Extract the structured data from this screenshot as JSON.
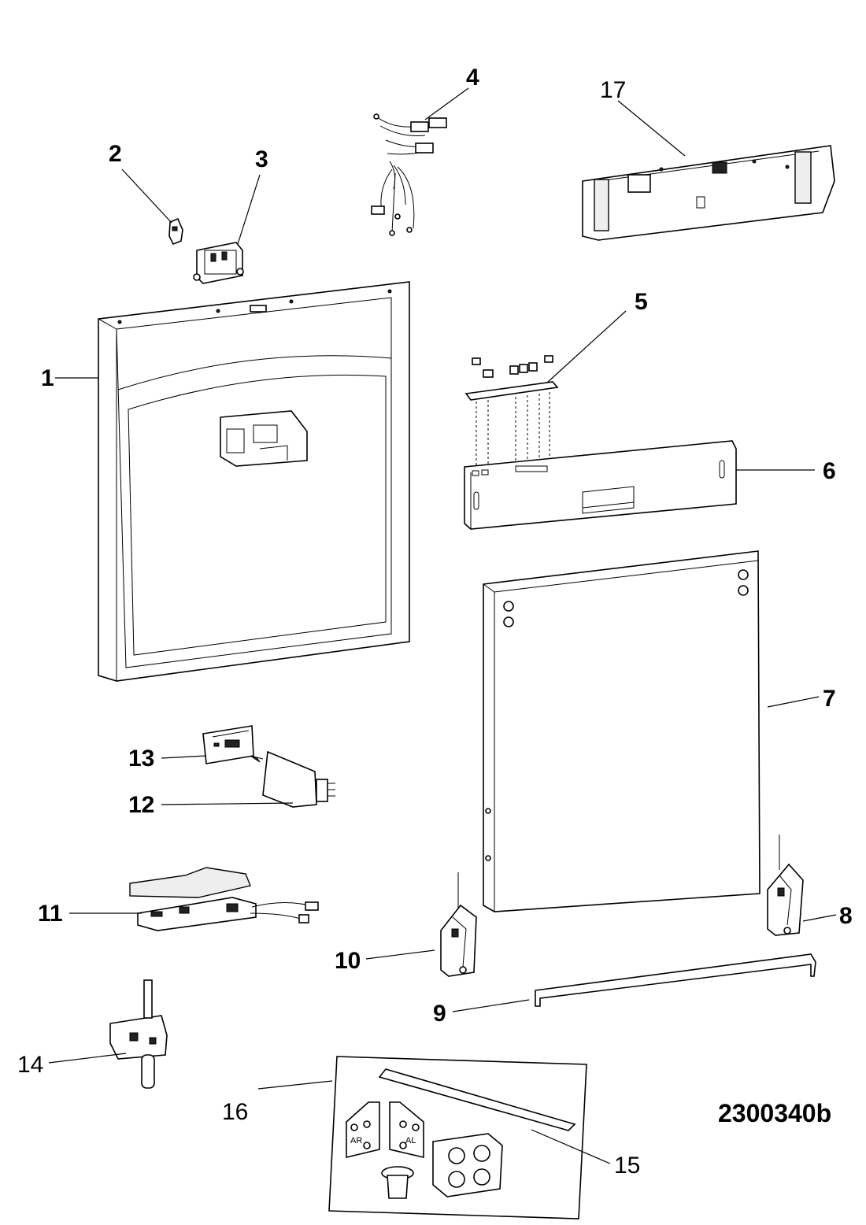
{
  "drawing_code": "2300340b",
  "callouts": [
    {
      "id": "1",
      "text": "1"
    },
    {
      "id": "2",
      "text": "2"
    },
    {
      "id": "3",
      "text": "3"
    },
    {
      "id": "4",
      "text": "4"
    },
    {
      "id": "5",
      "text": "5"
    },
    {
      "id": "6",
      "text": "6"
    },
    {
      "id": "7",
      "text": "7"
    },
    {
      "id": "8",
      "text": "8"
    },
    {
      "id": "9",
      "text": "9"
    },
    {
      "id": "10",
      "text": "10"
    },
    {
      "id": "11",
      "text": "11"
    },
    {
      "id": "12",
      "text": "12"
    },
    {
      "id": "13",
      "text": "13"
    },
    {
      "id": "14",
      "text": "14"
    },
    {
      "id": "15",
      "text": "15"
    },
    {
      "id": "16",
      "text": "16"
    },
    {
      "id": "17",
      "text": "17"
    }
  ],
  "hinge_markings": {
    "right": "AR",
    "left": "AL"
  }
}
